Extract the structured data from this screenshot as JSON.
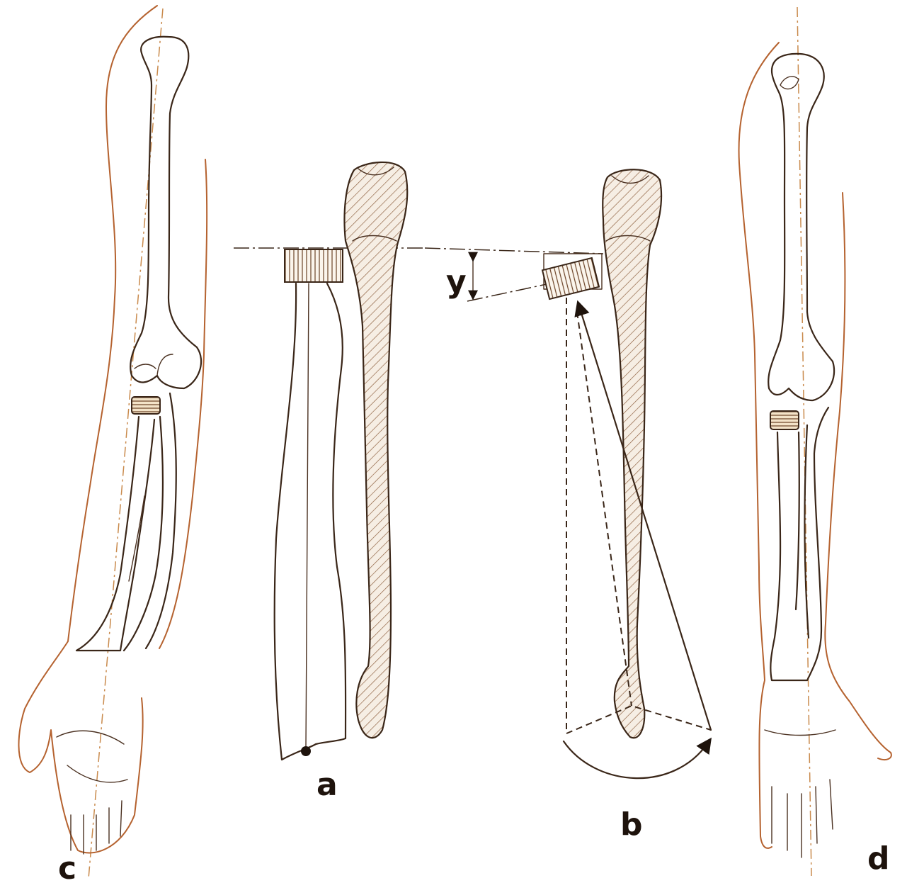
{
  "labels": {
    "a": "a",
    "b": "b",
    "c": "c",
    "d": "d",
    "y": "y"
  },
  "colors": {
    "ink": "#3a2618",
    "skin_outline": "#b5622f",
    "axis_line": "#c98a4c",
    "hatch": "#8a5a38",
    "background": "#ffffff"
  }
}
